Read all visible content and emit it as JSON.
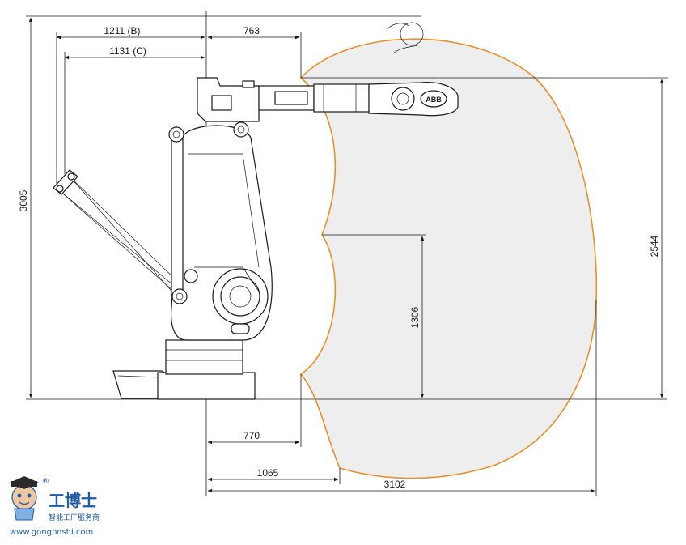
{
  "dimensions": {
    "top_b": "1211 (B)",
    "top_c": "1131 (C)",
    "top_763": "763",
    "left_height": "3005",
    "right_height": "2544",
    "inner_height": "1306",
    "bottom_770": "770",
    "bottom_1065": "1065",
    "bottom_3102": "3102"
  },
  "colors": {
    "envelope_fill": "#eeeeee",
    "envelope_stroke": "#e8902a",
    "line": "#1a1a1a",
    "logo_blue": "#1c5ca8"
  },
  "robot": {
    "brand": "ABB"
  },
  "watermark": {
    "name": "工博士",
    "tagline": "智能工厂服务商",
    "url": "www.gongboshi.com",
    "registered": "®"
  }
}
